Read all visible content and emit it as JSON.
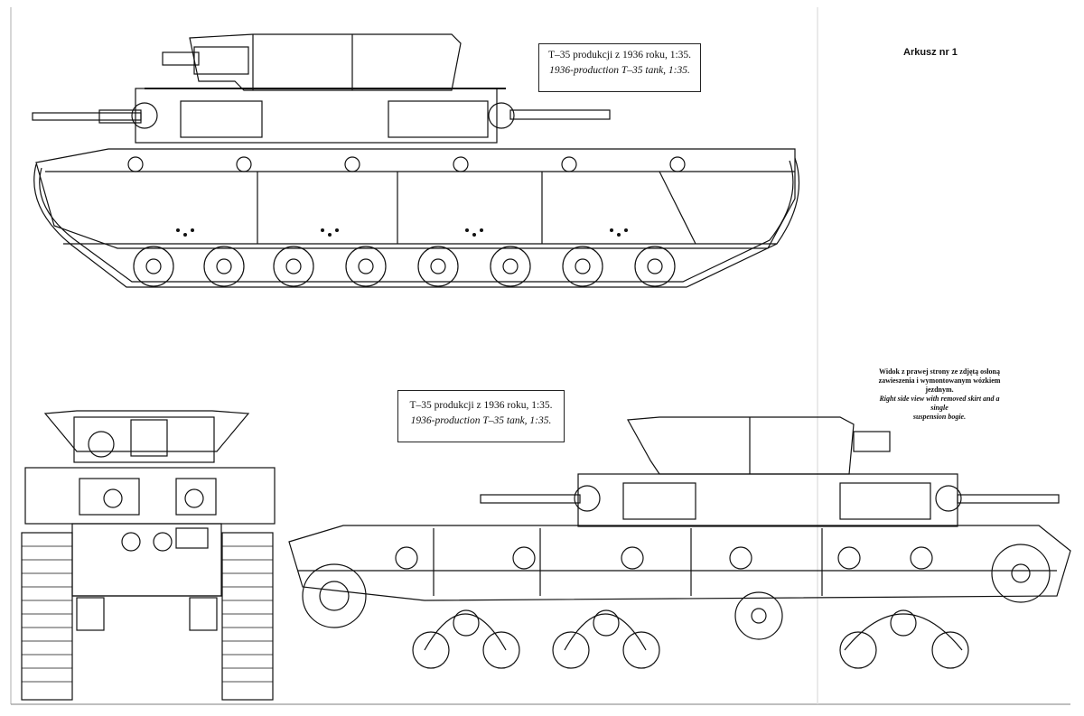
{
  "sheet_label": "Arkusz nr 1",
  "caption_top": {
    "polish": "T–35 produkcji z 1936 roku, 1:35.",
    "english": "1936-production T–35 tank, 1:35."
  },
  "caption_middle": {
    "polish": "T–35 produkcji z 1936 roku, 1:35.",
    "english": "1936-production T–35 tank, 1:35."
  },
  "side_note": {
    "polish_line1": "Widok z prawej strony ze zdjętą osłoną",
    "polish_line2": "zawieszenia i wymontowanym wózkiem jezdnym.",
    "english_line1": "Right side view with removed skirt and a single",
    "english_line2": "suspension bogie."
  }
}
